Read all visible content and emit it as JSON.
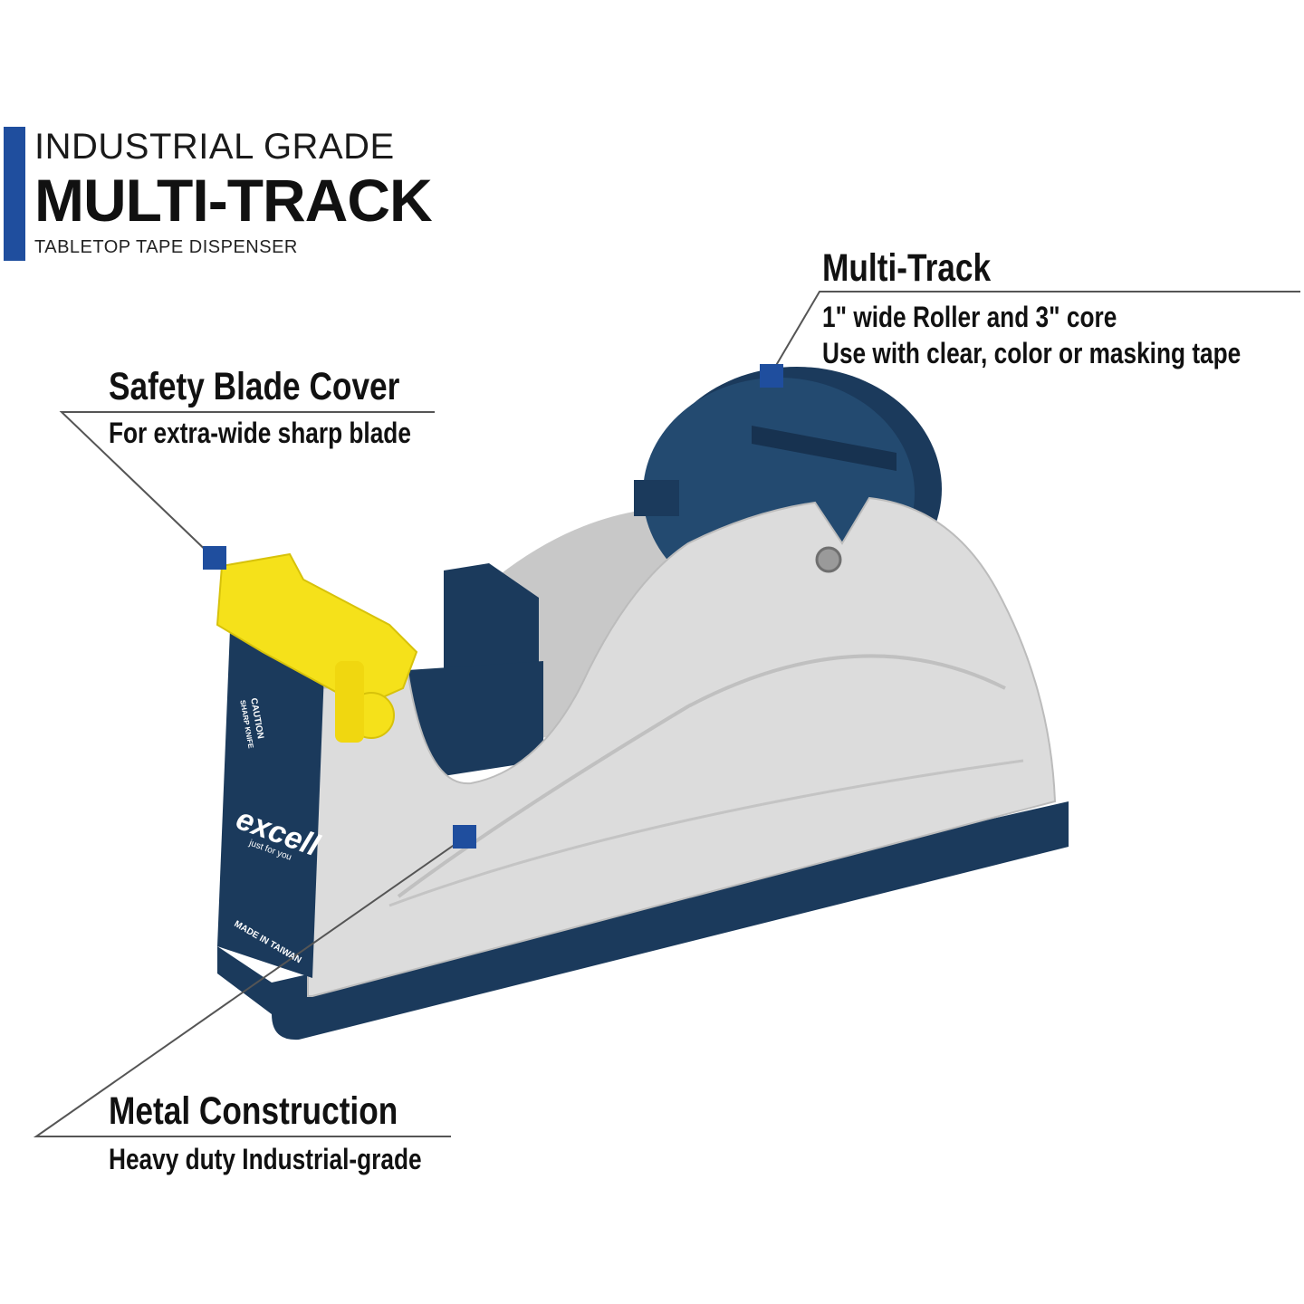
{
  "colors": {
    "accent": "#1f4e9e",
    "navy": "#1b3a5c",
    "body_grey": "#dcdcdc",
    "blade_cover_yellow": "#f5e11a",
    "line_grey": "#555555"
  },
  "header": {
    "line1": "INDUSTRIAL GRADE",
    "line2": "MULTI-TRACK",
    "line3": "TABLETOP TAPE DISPENSER"
  },
  "callouts": {
    "multi_track": {
      "title": "Multi-Track",
      "sub1": "1\" wide Roller and 3\" core",
      "sub2": "Use with clear, color or masking tape"
    },
    "safety": {
      "title": "Safety Blade Cover",
      "sub1": "For extra-wide sharp blade"
    },
    "metal": {
      "title": "Metal Construction",
      "sub1": "Heavy duty Industrial-grade"
    }
  },
  "product_labels": {
    "caution": "CAUTION",
    "sharp_knife": "SHARP KNIFE",
    "brand": "excell",
    "brand_tagline": "just for you",
    "made_in": "MADE IN TAIWAN"
  }
}
